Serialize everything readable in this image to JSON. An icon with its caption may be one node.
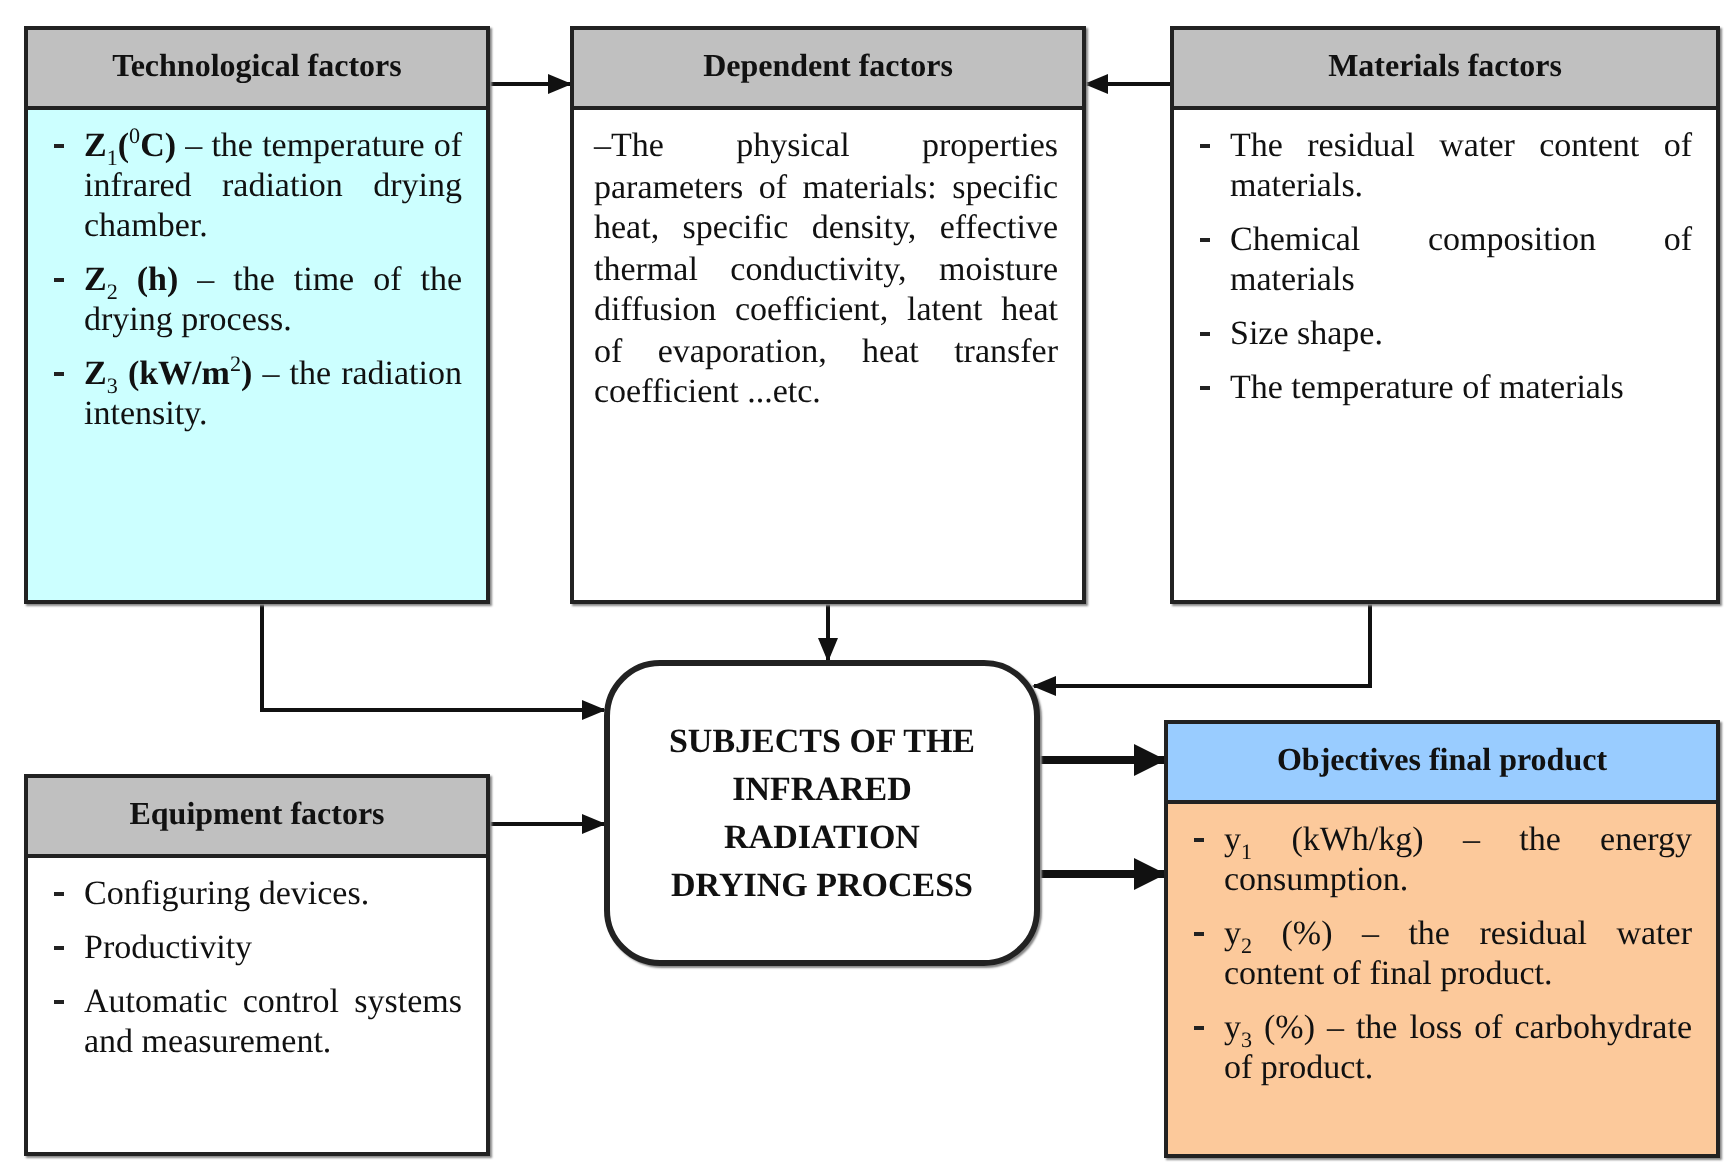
{
  "diagram": {
    "nodes": [
      {
        "text": [
          "Technological factors",
          "**Z**$_{1}$**(**$^{0}$**C)** – the temperature of infrared radiation drying chamber.",
          "**Z**$_{2}$ **(h)** – the time of the drying process.",
          "**Z**$_{3}$ **(kW/m**$^{2}$**)** – the radiation intensity."
        ]
      },
      {
        "text": [
          "Dependent factors",
          "–The physical properties parameters of materials: specific heat, specific density, effective thermal conductivity, moisture diffusion coefficient, latent heat of evaporation, heat transfer coefficient ...etc."
        ]
      },
      {
        "text": [
          "Materials factors",
          "The residual water content of materials.",
          "Chemical composition of materials",
          "Size shape.",
          "The temperature of materials"
        ]
      },
      {
        "text": [
          "SUBJECTS OF THE INFRARED RADIATION DRYING PROCESS"
        ]
      },
      {
        "text": [
          "Equipment factors",
          "Configuring devices.",
          "Productivity",
          "Automatic control systems and measurement."
        ]
      },
      {
        "text": [
          "Objectives final product",
          "y$_{1}$ (kWh/kg) – the energy consumption.",
          "y$_{2}$ (%) – the residual water content of final product.",
          "y$_{3}$ (%) – the loss of carbohydrate of product."
        ]
      }
    ],
    "edges": [
      {
        "from": 0,
        "to": 1,
        "arrow": "to"
      },
      {
        "from": 2,
        "to": 1,
        "arrow": "to"
      },
      {
        "from": 0,
        "to": 3,
        "arrow": "to"
      },
      {
        "from": 1,
        "to": 3,
        "arrow": "to"
      },
      {
        "from": 2,
        "to": 3,
        "arrow": "to"
      },
      {
        "from": 4,
        "to": 3,
        "arrow": "to"
      },
      {
        "from": 3,
        "to": 5,
        "arrow": "to",
        "style": "thick"
      },
      {
        "from": 3,
        "to": 5,
        "arrow": "to",
        "style": "thick"
      }
    ]
  }
}
